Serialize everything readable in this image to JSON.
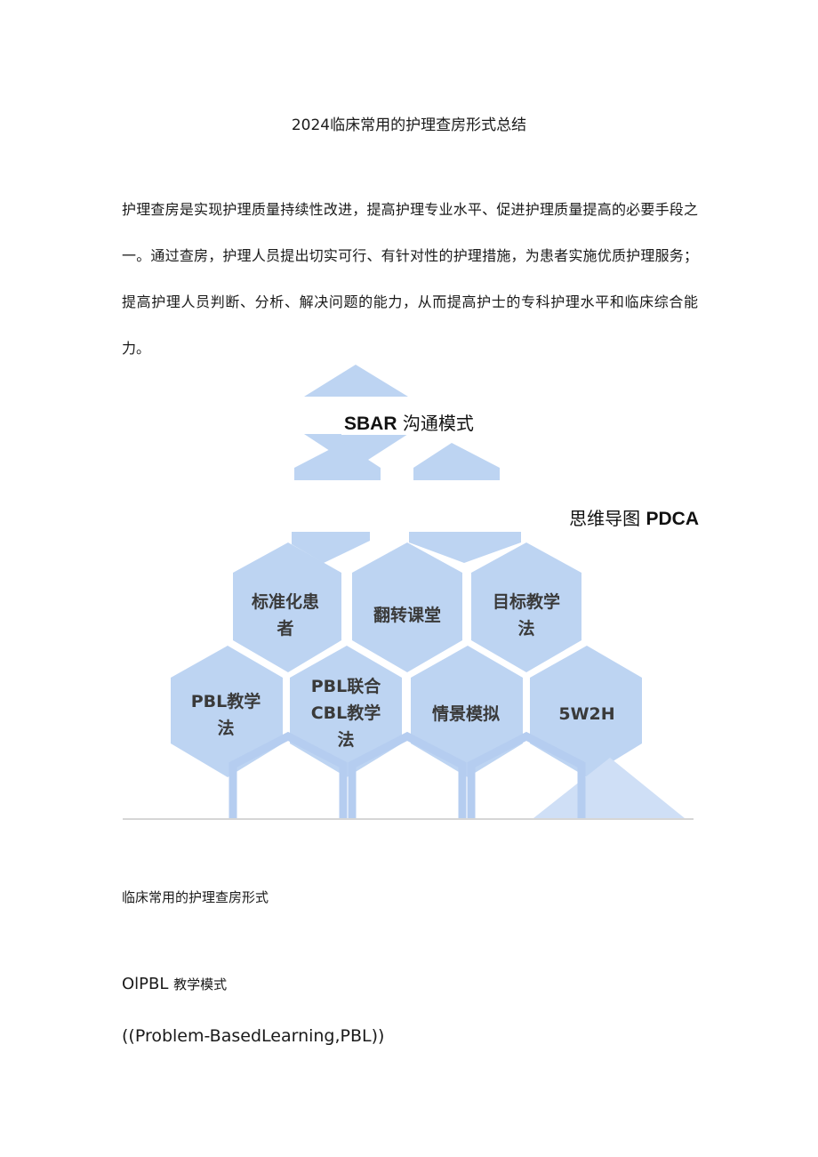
{
  "document": {
    "title": "2024临床常用的护理查房形式总结",
    "intro_paragraph": "护理查房是实现护理质量持续性改进，提高护理专业水平、促进护理质量提高的必要手段之一。通过查房，护理人员提出切实可行、有针对性的护理措施，为患者实施优质护理服务；提高护理人员判断、分析、解决问题的能力，从而提高护士的专科护理水平和临床综合能力。",
    "section_heading": "临床常用的护理查房形式",
    "item_heading_prefix": "OlPBL",
    "item_heading_cn": "教学模式",
    "item_english": "((Problem-BasedLearning,PBL))"
  },
  "diagram": {
    "colors": {
      "hex_fill": "#bdd4f2",
      "hex_outline": "#b5cdf0",
      "triangle_fill": "#cfdff6",
      "baseline": "#d6d6d6",
      "label": "#3a3a3a"
    },
    "overlay_labels": {
      "sbar_bold": "SBAR",
      "sbar_text": "沟通模式",
      "pdca_text": "思维导图",
      "pdca_bold": "PDCA"
    },
    "row_top": [
      {
        "line1": "标准化患",
        "line2": "者"
      },
      {
        "line1": "翻转课堂",
        "line2": ""
      },
      {
        "line1": "目标教学",
        "line2": "法"
      }
    ],
    "row_bottom": [
      {
        "line1": "PBL教学",
        "line2": "法",
        "line3": ""
      },
      {
        "line1": "PBL联合",
        "line2": "CBL教学",
        "line3": "法"
      },
      {
        "line1": "情景模拟",
        "line2": "",
        "line3": ""
      },
      {
        "line1": "5W2H",
        "line2": "",
        "line3": ""
      }
    ]
  }
}
